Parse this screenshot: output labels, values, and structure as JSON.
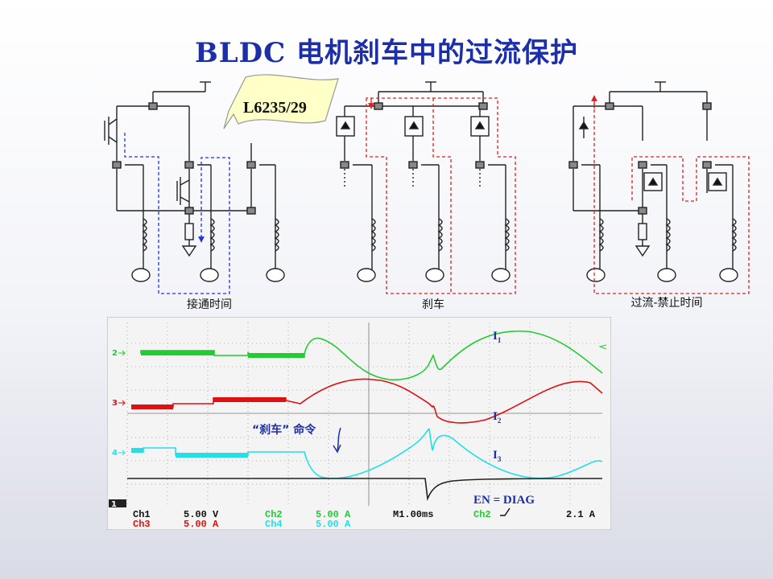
{
  "title": {
    "prefix": "BLDC",
    "main": "电机刹车中的过流保护"
  },
  "callout": "L6235/29",
  "circuits": [
    {
      "caption": "接通时间",
      "path_color": "#2233dd"
    },
    {
      "caption": "刹车",
      "path_color": "#e02020"
    },
    {
      "caption": "过流-禁止时间",
      "path_color": "#e02020"
    }
  ],
  "scope": {
    "trace_colors": {
      "ch2": "#22cc33",
      "ch3": "#dd1111",
      "ch4": "#22e0e6",
      "ch1": "#222222"
    },
    "labels": {
      "i1": "I",
      "i1_sub": "1",
      "i2": "I",
      "i2_sub": "2",
      "i3": "I",
      "i3_sub": "3",
      "command": "“刹车” 命令",
      "en_diag": "EN = DIAG"
    },
    "markers": {
      "m2": "2",
      "m3": "3",
      "m4": "4",
      "m1": "1"
    },
    "status": {
      "ch1": "Ch1",
      "ch1_val": "5.00 V",
      "ch3": "Ch3",
      "ch3_val": "5.00 A",
      "ch2": "Ch2",
      "ch2_val": "5.00 A",
      "ch4": "Ch4",
      "ch4_val": "5.00 A",
      "time": "M1.00ms",
      "trig_ch": "Ch2",
      "trig_val": "2.1 A"
    }
  }
}
